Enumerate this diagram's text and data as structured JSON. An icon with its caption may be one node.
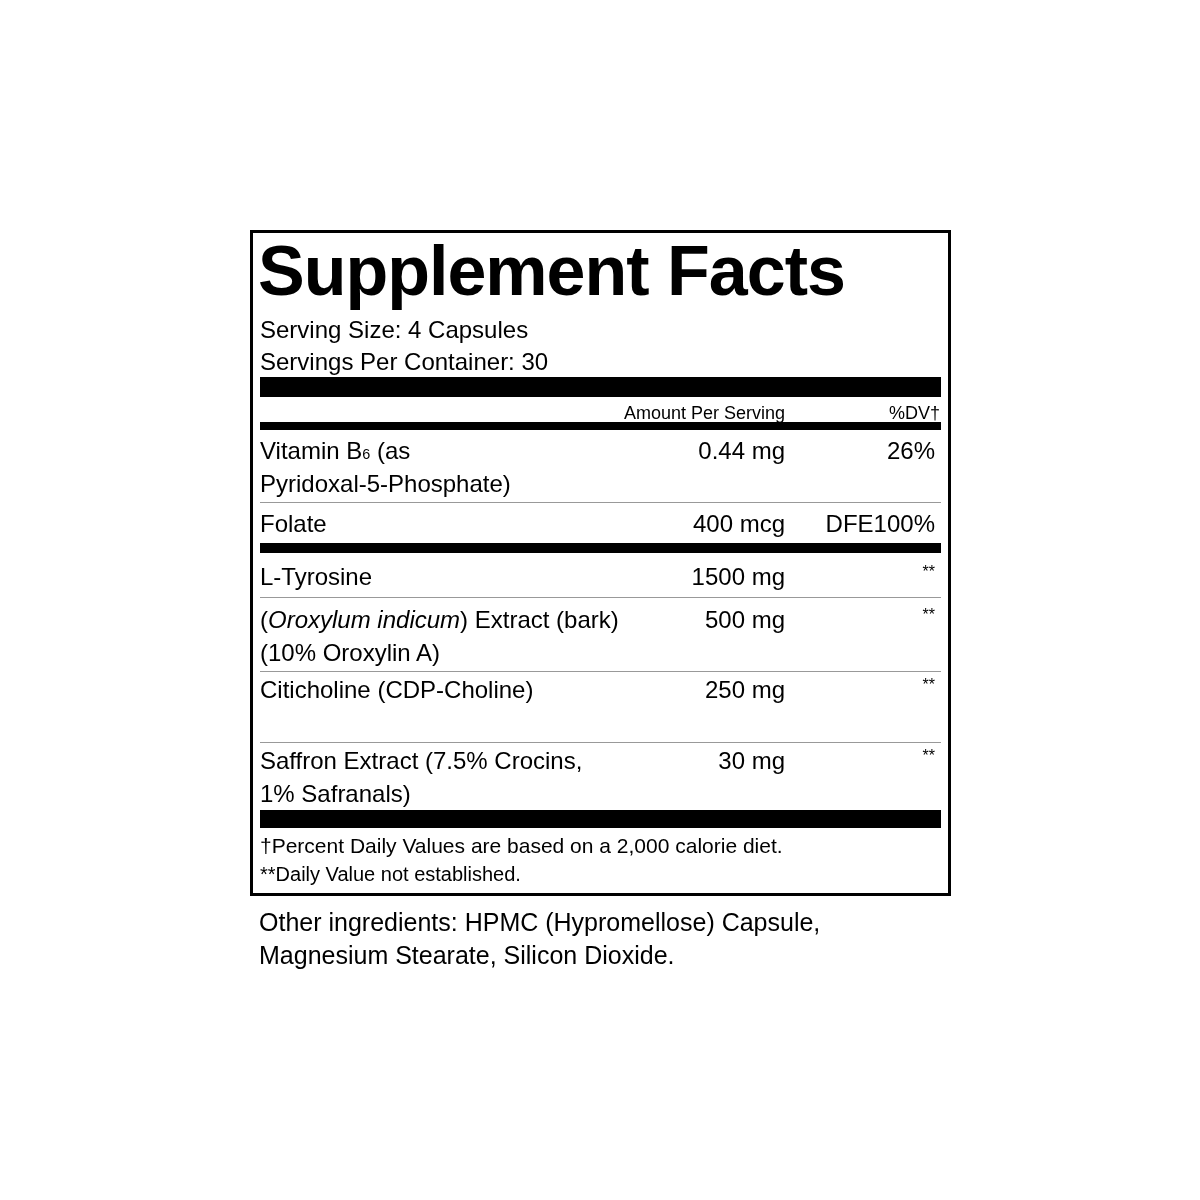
{
  "diagram": {
    "title": "Supplement Facts",
    "labels": [
      "Serving Size: 4 Capsules",
      "Servings Per Container: 30",
      "Amount Per Serving",
      "%DV†",
      "Vitamin B$_{6}$ (as Pyridoxal-5-Phosphate)",
      "0.44 mg",
      "26%",
      "Folate",
      "400 mcg",
      "DFE100%",
      "L-Tyrosine",
      "1500 mg",
      "**",
      "(*Oroxylum indicum*) Extract (bark) (10% Oroxylin A)",
      "500 mg",
      "**",
      "Citicholine (CDP-Choline)",
      "250 mg",
      "**",
      "Saffron Extract (7.5% Crocins, 1% Safranals)",
      "30 mg",
      "**",
      "†Percent Daily Values are based on a 2,000 calorie diet.",
      "**Daily Value not established.",
      "Other ingredients: HPMC (Hypromellose) Capsule, Magnesium Stearate, Silicon Dioxide."
    ]
  }
}
